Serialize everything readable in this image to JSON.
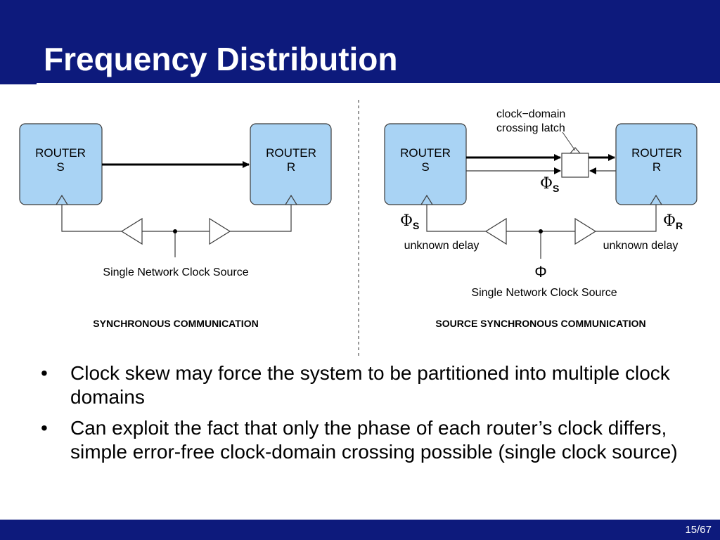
{
  "slide": {
    "title": "Frequency Distribution",
    "page": "15/67"
  },
  "diagram": {
    "sync": {
      "router_s_line1": "ROUTER",
      "router_s_line2": "S",
      "router_r_line1": "ROUTER",
      "router_r_line2": "R",
      "clock_source": "Single Network Clock Source",
      "caption": "SYNCHRONOUS COMMUNICATION"
    },
    "source_sync": {
      "router_s_line1": "ROUTER",
      "router_s_line2": "S",
      "router_r_line1": "ROUTER",
      "router_r_line2": "R",
      "latch_line1": "clock−domain",
      "latch_line2": "crossing latch",
      "phi_symbol": "Φ",
      "phi_s_sub": "S",
      "phi_r_sub": "R",
      "delay_left": "unknown delay",
      "delay_right": "unknown delay",
      "clock_source": "Single Network Clock Source",
      "caption": "SOURCE SYNCHRONOUS COMMUNICATION"
    },
    "colors": {
      "router_fill": "#a9d3f4",
      "router_stroke": "#3b3b3b",
      "header": "#0d1a7c"
    }
  },
  "bullets": [
    {
      "text": "Clock skew may force the system to be partitioned into multiple clock domains"
    },
    {
      "text": "Can exploit the fact that only the phase of each router’s clock differs, simple error-free clock-domain crossing possible (single clock source)"
    }
  ],
  "bullet_symbol": "•"
}
